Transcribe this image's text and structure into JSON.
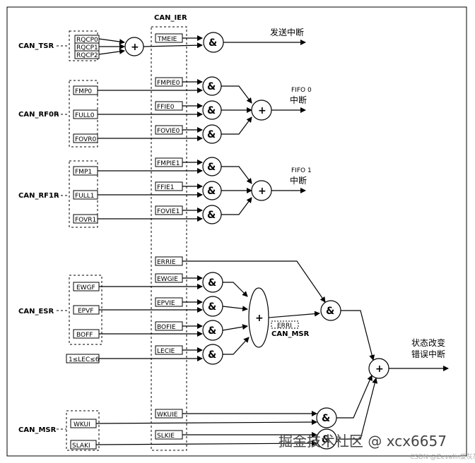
{
  "header": {
    "ier_label": "CAN_IER"
  },
  "registers": {
    "tsr": "CAN_TSR",
    "rf0r": "CAN_RF0R",
    "rf1r": "CAN_RF1R",
    "esr": "CAN_ESR",
    "msr": "CAN_MSR",
    "msr_err": "CAN_MSR"
  },
  "status_bits": {
    "rqcp0": "RQCP0",
    "rqcp1": "RQCP1",
    "rqcp2": "RQCP2",
    "fmp0": "FMP0",
    "full0": "FULL0",
    "fovr0": "FOVR0",
    "fmp1": "FMP1",
    "full1": "FULL1",
    "fovr1": "FOVR1",
    "ewgf": "EWGF",
    "epvf": "EPVF",
    "boff": "BOFF",
    "lec": "1≤LEC≤6",
    "wkui": "WKUI",
    "slaki": "SLAKI",
    "erri": "ERRI"
  },
  "enable_bits": {
    "tmeie": "TMEIE",
    "fmpie0": "FMPIE0",
    "ffie0": "FFIE0",
    "fovie0": "FOVIE0",
    "fmpie1": "FMPIE1",
    "ffie1": "FFIE1",
    "fovie1": "FOVIE1",
    "errie": "ERRIE",
    "ewgie": "EWGIE",
    "epvie": "EPVIE",
    "bofie": "BOFIE",
    "lecie": "LECIE",
    "wkuie": "WKUIE",
    "slkie": "SLKIE"
  },
  "operators": {
    "and": "&",
    "or": "+"
  },
  "outputs": {
    "tx_irq": "发送中断",
    "fifo0_line1": "FIFO 0",
    "fifo0_line2": "中断",
    "fifo1_line1": "FIFO 1",
    "fifo1_line2": "中断",
    "sce_line1": "状态改变",
    "sce_line2": "错误中断"
  },
  "watermark": {
    "main": "掘金技术社区 @ xcx6657",
    "sub": "CSDN @Zevalin爱灰灰"
  }
}
